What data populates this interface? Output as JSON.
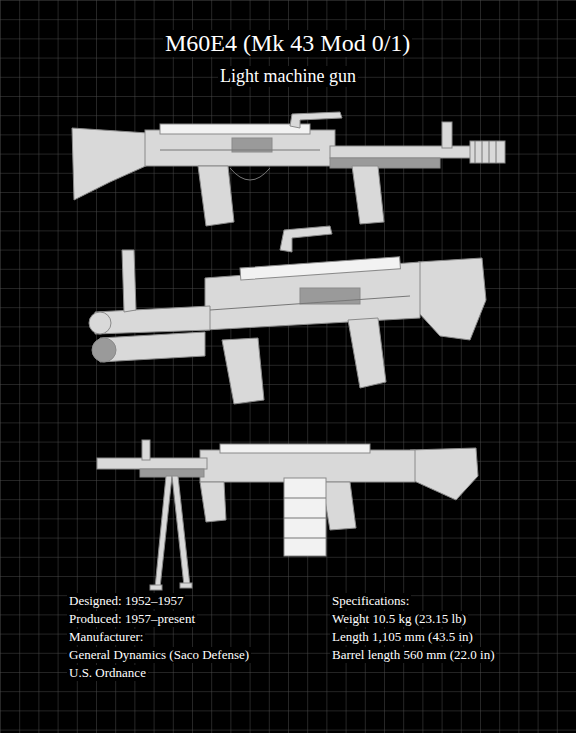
{
  "diagram": {
    "title": "M60E4 (Mk 43 Mod 0/1)",
    "labels": [
      "Light machine gun",
      "Designed: 1952–1957",
      "Produced: 1957–present",
      "Manufacturer:",
      "General Dynamics (Saco Defense)",
      "U.S. Ordnance",
      "Specifications:",
      "Weight 10.5 kg (23.15 lb)",
      "Length 1,105 mm (43.5 in)",
      "Barrel length 560 mm (22.0 in)"
    ]
  }
}
